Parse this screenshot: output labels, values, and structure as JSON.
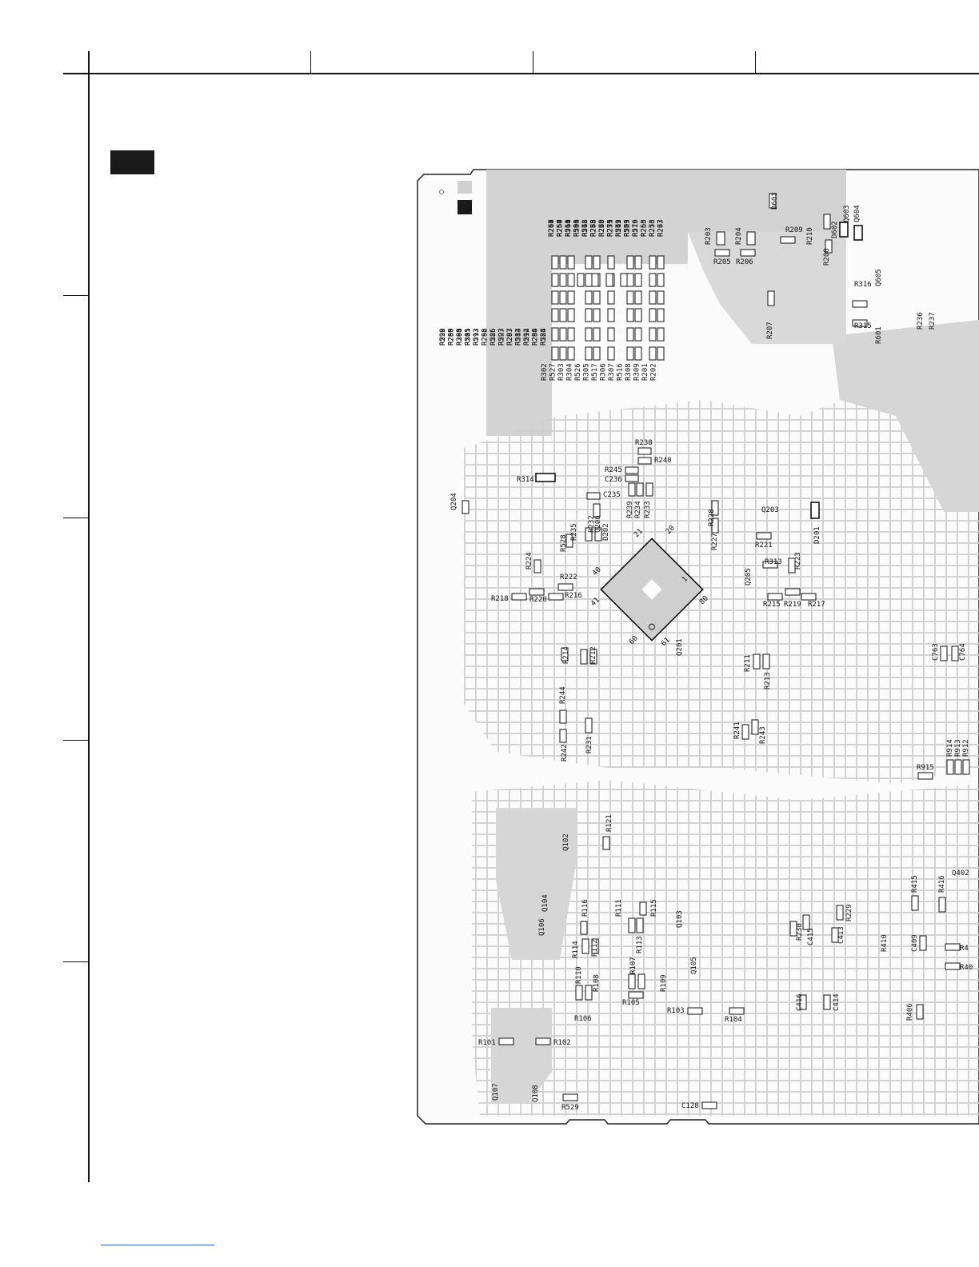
{
  "frame": {
    "line_color": "#111111",
    "tab_marker_color": "#1a1a1a"
  },
  "board": {
    "outline_color": "#222222",
    "copper_color": "#c9c9c9",
    "trace_color": "#bdbdbd",
    "ic_pin_labels": [
      "1",
      "20",
      "21",
      "40",
      "41",
      "60",
      "61",
      "80"
    ],
    "components": [
      "R260",
      "R250",
      "R261",
      "R251",
      "R262",
      "R252",
      "R270",
      "R271",
      "R272",
      "R521",
      "R519",
      "R253",
      "R273",
      "R263",
      "R274",
      "R264",
      "R254",
      "R520",
      "R518",
      "R275",
      "R265",
      "R255",
      "R511",
      "R509",
      "R276",
      "R266",
      "R256",
      "R277",
      "R267",
      "R257",
      "R510",
      "R508",
      "R278",
      "R268",
      "R258",
      "R279",
      "R269",
      "R259",
      "R290",
      "R280",
      "R291",
      "R281",
      "R292",
      "R282",
      "R525",
      "R523",
      "R293",
      "R283",
      "R294",
      "R284",
      "R524",
      "R522",
      "R295",
      "R285",
      "R515",
      "R513",
      "R296",
      "R286",
      "R297",
      "R287",
      "R514",
      "R512",
      "R298",
      "R288",
      "R299",
      "R289",
      "R300",
      "R301",
      "R302",
      "R527",
      "R303",
      "R304",
      "R526",
      "R305",
      "R517",
      "R306",
      "R307",
      "R516",
      "R308",
      "R309",
      "R201",
      "R202",
      "R203",
      "R204",
      "R205",
      "R206",
      "R207",
      "R208",
      "R209",
      "R210",
      "R315",
      "R316",
      "D601",
      "D602",
      "Q603",
      "Q604",
      "Q605",
      "R601",
      "R236",
      "R237",
      "R238",
      "R240",
      "R245",
      "C236",
      "C235",
      "R239",
      "R234",
      "R233",
      "R235",
      "R232",
      "D202",
      "Q206",
      "R314",
      "Q204",
      "R528",
      "R228",
      "R227",
      "Q203",
      "D201",
      "R221",
      "R313",
      "R223",
      "Q205",
      "R215",
      "R219",
      "R217",
      "R224",
      "R222",
      "R218",
      "R220",
      "R216",
      "R214",
      "R212",
      "R211",
      "R213",
      "Q201",
      "R244",
      "R242",
      "R231",
      "R241",
      "R243",
      "C763",
      "C764",
      "R915",
      "R914",
      "R913",
      "R912",
      "Q102",
      "R121",
      "Q106",
      "Q104",
      "R116",
      "R111",
      "R115",
      "Q103",
      "R114",
      "R113",
      "R112",
      "R110",
      "R107",
      "R109",
      "R108",
      "R105",
      "Q105",
      "R106",
      "R103",
      "R104",
      "R101",
      "R102",
      "Q107",
      "Q108",
      "R529",
      "C128",
      "R230",
      "C415",
      "C413",
      "R229",
      "R415",
      "R416",
      "Q402",
      "R410",
      "C409",
      "C416",
      "C414",
      "R406",
      "R4",
      "R40"
    ]
  }
}
